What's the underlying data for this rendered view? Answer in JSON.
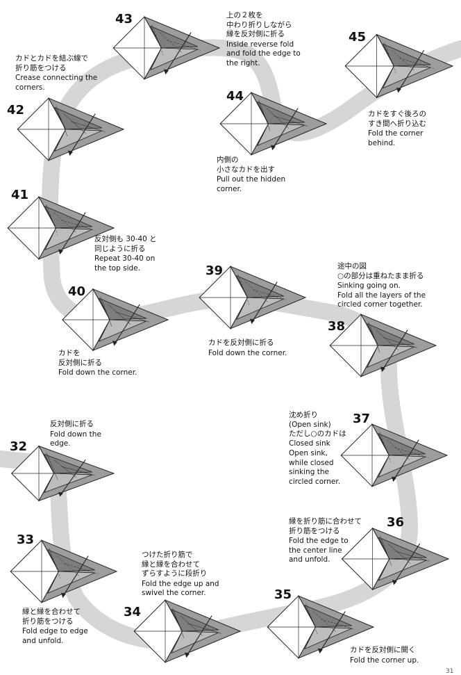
{
  "steps": {
    "s32": {
      "num": "32",
      "jp": "反対側に折る",
      "en": "Fold down the\nedge."
    },
    "s33": {
      "num": "33",
      "jp": "縁と縁を合わせて\n折り筋をつける",
      "en": "Fold edge to edge\nand unfold."
    },
    "s34": {
      "num": "34",
      "jp": "つけた折り筋で\n縁と縁を合わせて\nずらすように段折り",
      "en": "Fold the edge up and\nswivel the corner."
    },
    "s35": {
      "num": "35",
      "jp": "カドを反対側に開く",
      "en": "Fold the corner up."
    },
    "s36": {
      "num": "36",
      "jp": "縁を折り筋に合わせて\n折り筋をつける",
      "en": "Fold the edge to\nthe center line\nand unfold."
    },
    "s37": {
      "num": "37",
      "jp": "沈め折り\n(Open sink)\nただし○のカドは\nClosed sink",
      "en": "Open sink,\nwhile closed\nsinking the\ncircled corner."
    },
    "s38": {
      "num": "38",
      "jp": "途中の図\n○の部分は重ねたまま折る",
      "en": "Sinking going on.\nFold all the layers of the\ncircled corner together."
    },
    "s39": {
      "num": "39",
      "jp": "カドを反対側に折る",
      "en": "Fold down the corner."
    },
    "s40": {
      "num": "40",
      "jp": "カドを\n反対側に折る",
      "en": "Fold down the corner."
    },
    "s41": {
      "num": "41",
      "jp": "反対側も 30-40 と\n同じように折る",
      "en": "Repeat 30-40 on\nthe top side."
    },
    "s42": {
      "num": "42",
      "jp": "カドとカドを結ぶ線で\n折り筋をつける",
      "en": "Crease connecting the\ncorners."
    },
    "s43": {
      "num": "43",
      "jp": "上の２枚を\n中わり折りしながら\n縁を反対側に折る",
      "en": "Inside reverse fold\nand fold the edge to\nthe right."
    },
    "s44": {
      "num": "44",
      "jp": "内側の\n小さなカドを出す",
      "en": "Pull out the hidden\ncorner."
    },
    "s45": {
      "num": "45",
      "jp": "カドをすぐ後ろの\nすき間へ折り込む",
      "en": "Fold the corner\nbehind."
    }
  },
  "page_number": "31",
  "colors": {
    "path": "#d6d6d6",
    "paper": "#9d9d9d",
    "paper_dark": "#7e7e7e",
    "paper_light": "#bdbdbd",
    "line": "#222222"
  }
}
